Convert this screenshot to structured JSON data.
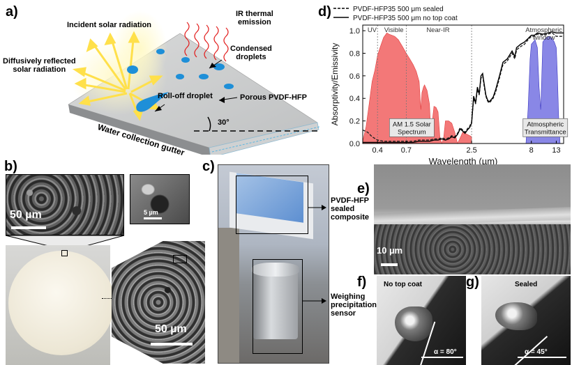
{
  "panels": {
    "a": {
      "label": "a)",
      "incident": "Incident solar radiation",
      "diffuse": "Diffusively reflected\nsolar radiation",
      "ir": "IR thermal\nemission",
      "condensed": "Condensed\ndroplets",
      "rolloff": "Roll-off droplet",
      "porous": "Porous PVDF-HFP",
      "gutter": "Water collection gutter",
      "angle": "30°"
    },
    "b": {
      "label": "b)",
      "scale_top": "50 µm",
      "scale_inset": "5 µm",
      "scale_bottom": "50 µm"
    },
    "c": {
      "label": "c)",
      "sealed": "PVDF-HFP\nsealed\ncomposite",
      "sensor": "Weighing\nprecipitation\nsensor"
    },
    "e": {
      "label": "e)",
      "scale": "10 µm"
    },
    "f": {
      "label": "f)",
      "title": "No top coat",
      "angle": "α = 80°"
    },
    "g": {
      "label": "g)",
      "title": "Sealed",
      "angle": "α = 45°"
    },
    "d": {
      "label": "d)"
    }
  },
  "colors": {
    "solar": "#ef4b4b",
    "atmos": "#4a46d8",
    "sealed_line": "#222222",
    "nocoat_line": "#000000"
  },
  "chart_data": {
    "type": "line",
    "xlabel": "Wavelength (µm)",
    "ylabel": "Absorptivity/Emissivity",
    "xscale": "log",
    "xlim": [
      0.3,
      15
    ],
    "ylim": [
      0,
      1.05
    ],
    "xticks": [
      {
        "v": 0.4,
        "l": "0.4"
      },
      {
        "v": 0.7,
        "l": "0.7"
      },
      {
        "v": 2.5,
        "l": "2.5"
      },
      {
        "v": 8,
        "l": "8"
      },
      {
        "v": 13,
        "l": "13"
      }
    ],
    "yticks": [
      {
        "v": 0,
        "l": "0.0"
      },
      {
        "v": 0.2,
        "l": "0.2"
      },
      {
        "v": 0.4,
        "l": "0.4"
      },
      {
        "v": 0.6,
        "l": "0.6"
      },
      {
        "v": 0.8,
        "l": "0.8"
      },
      {
        "v": 1.0,
        "l": "1.0"
      }
    ],
    "region_lines": [
      0.4,
      0.7,
      2.5
    ],
    "region_labels": [
      {
        "text": "UV",
        "x": 0.36
      },
      {
        "text": "Visible",
        "x": 0.55
      },
      {
        "text": "Near-IR",
        "x": 1.3
      },
      {
        "text": "Atmospheric\nwindow",
        "x": 10.2
      }
    ],
    "legend": [
      "PVDF-HFP35 500 μm sealed",
      "PVDF-HFP35 500 μm no top coat"
    ],
    "annotations": [
      {
        "text": "AM 1.5 Solar\nSpectrum",
        "x": 0.78,
        "y": 0.14
      },
      {
        "text": "Atmospheric\nTransmittance",
        "x": 10.5,
        "y": 0.14
      }
    ],
    "series": [
      {
        "name": "PVDF-HFP35 500 μm sealed",
        "style": "dashed",
        "x": [
          0.3,
          0.33,
          0.36,
          0.4,
          0.45,
          0.5,
          0.6,
          0.7,
          0.8,
          0.9,
          1.0,
          1.1,
          1.2,
          1.3,
          1.4,
          1.5,
          1.6,
          1.7,
          1.8,
          1.9,
          2.0,
          2.1,
          2.2,
          2.3,
          2.4,
          2.5,
          2.6,
          2.7,
          2.8,
          2.9,
          3.0,
          3.1,
          3.2,
          3.3,
          3.4,
          3.5,
          3.6,
          3.8,
          4.0,
          4.3,
          4.6,
          5.0,
          5.5,
          5.8,
          6.0,
          6.5,
          7.0,
          7.5,
          8.0,
          8.5,
          9.0,
          10,
          11,
          12,
          13,
          14,
          15
        ],
        "y": [
          0.12,
          0.1,
          0.06,
          0.03,
          0.02,
          0.02,
          0.02,
          0.02,
          0.02,
          0.03,
          0.03,
          0.03,
          0.04,
          0.04,
          0.05,
          0.04,
          0.05,
          0.07,
          0.06,
          0.09,
          0.14,
          0.12,
          0.1,
          0.13,
          0.15,
          0.19,
          0.4,
          0.35,
          0.48,
          0.43,
          0.58,
          0.6,
          0.5,
          0.42,
          0.38,
          0.36,
          0.37,
          0.4,
          0.46,
          0.58,
          0.7,
          0.73,
          0.8,
          0.75,
          0.83,
          0.86,
          0.88,
          0.92,
          0.95,
          0.95,
          0.97,
          0.96,
          0.97,
          0.98,
          0.95,
          0.95,
          0.95
        ]
      },
      {
        "name": "PVDF-HFP35 500 μm no top coat",
        "style": "solid",
        "x": [
          0.3,
          0.33,
          0.36,
          0.4,
          0.45,
          0.5,
          0.6,
          0.7,
          0.8,
          0.9,
          1.0,
          1.1,
          1.2,
          1.3,
          1.4,
          1.5,
          1.6,
          1.7,
          1.8,
          1.9,
          2.0,
          2.1,
          2.2,
          2.3,
          2.4,
          2.5,
          2.6,
          2.7,
          2.8,
          2.9,
          3.0,
          3.1,
          3.2,
          3.3,
          3.4,
          3.5,
          3.6,
          3.8,
          4.0,
          4.3,
          4.6,
          5.0,
          5.5,
          5.8,
          6.0,
          6.5,
          7.0,
          7.5,
          8.0,
          8.5,
          9.0,
          10,
          11,
          12,
          13,
          14,
          15
        ],
        "y": [
          0.01,
          0.01,
          0.01,
          0.01,
          0.01,
          0.01,
          0.01,
          0.01,
          0.01,
          0.02,
          0.02,
          0.02,
          0.03,
          0.03,
          0.04,
          0.03,
          0.04,
          0.06,
          0.05,
          0.08,
          0.13,
          0.11,
          0.09,
          0.12,
          0.14,
          0.18,
          0.42,
          0.36,
          0.5,
          0.44,
          0.6,
          0.62,
          0.52,
          0.43,
          0.39,
          0.37,
          0.38,
          0.41,
          0.48,
          0.6,
          0.72,
          0.75,
          0.82,
          0.77,
          0.85,
          0.88,
          0.9,
          0.93,
          0.96,
          0.96,
          0.98,
          0.97,
          0.98,
          0.99,
          0.98,
          0.98,
          0.98
        ]
      }
    ],
    "solar_spectrum": {
      "x": [
        0.3,
        0.32,
        0.34,
        0.36,
        0.38,
        0.4,
        0.42,
        0.45,
        0.48,
        0.5,
        0.53,
        0.56,
        0.6,
        0.65,
        0.7,
        0.75,
        0.8,
        0.85,
        0.9,
        0.93,
        0.95,
        0.98,
        1.0,
        1.05,
        1.1,
        1.13,
        1.15,
        1.2,
        1.25,
        1.3,
        1.35,
        1.4,
        1.45,
        1.5,
        1.6,
        1.7,
        1.8,
        1.9,
        2.0,
        2.1,
        2.2,
        2.3,
        2.4,
        2.5
      ],
      "y": [
        0.02,
        0.15,
        0.35,
        0.55,
        0.65,
        0.78,
        0.85,
        0.94,
        0.98,
        0.97,
        0.96,
        0.95,
        0.92,
        0.86,
        0.8,
        0.75,
        0.7,
        0.64,
        0.55,
        0.3,
        0.45,
        0.5,
        0.52,
        0.47,
        0.35,
        0.1,
        0.15,
        0.33,
        0.32,
        0.28,
        0.05,
        0.0,
        0.05,
        0.2,
        0.2,
        0.18,
        0.1,
        0.0,
        0.05,
        0.1,
        0.09,
        0.08,
        0.07,
        0.06
      ]
    },
    "atmospheric_transmittance": {
      "x": [
        7.2,
        7.5,
        7.8,
        8.0,
        8.3,
        8.6,
        9.0,
        9.3,
        9.6,
        9.8,
        10.0,
        10.5,
        11,
        11.5,
        12,
        12.5,
        13,
        13.3,
        13.6,
        14
      ],
      "y": [
        0.0,
        0.3,
        0.75,
        0.88,
        0.9,
        0.92,
        0.85,
        0.5,
        0.3,
        0.6,
        0.9,
        0.93,
        0.95,
        0.95,
        0.93,
        0.9,
        0.85,
        0.6,
        0.25,
        0.0
      ]
    }
  }
}
